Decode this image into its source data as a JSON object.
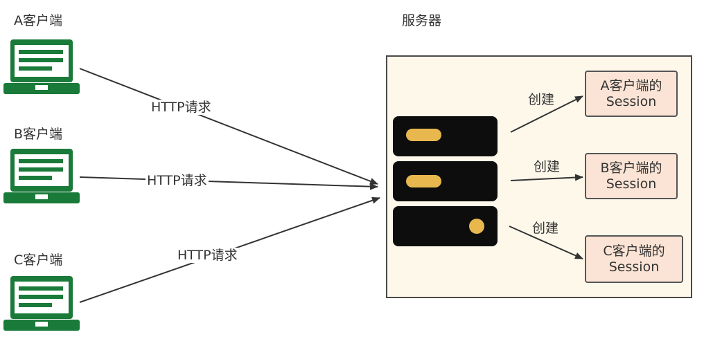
{
  "clients": {
    "a": {
      "label": "A客户端"
    },
    "b": {
      "label": "B客户端"
    },
    "c": {
      "label": "C客户端"
    }
  },
  "server": {
    "label": "服务器"
  },
  "requests": {
    "a": "HTTP请求",
    "b": "HTTP请求",
    "c": "HTTP请求"
  },
  "create_labels": {
    "a": "创建",
    "b": "创建",
    "c": "创建"
  },
  "sessions": {
    "a": {
      "line1": "A客户端的",
      "line2": "Session"
    },
    "b": {
      "line1": "B客户端的",
      "line2": "Session"
    },
    "c": {
      "line1": "C客户端的",
      "line2": "Session"
    }
  },
  "colors": {
    "laptop": "#1a7a3a",
    "panel_bg": "#fdf8ea",
    "server_body": "#0d0d0d",
    "server_light": "#e8b84e",
    "session_bg": "#fbe4d5"
  },
  "icons": {
    "client": "laptop-icon",
    "server": "server-rack-icon"
  }
}
